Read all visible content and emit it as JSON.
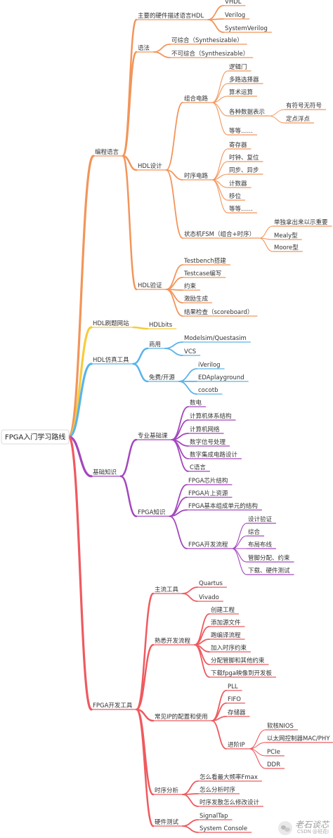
{
  "root": {
    "label": "FPGA入门学习路线"
  },
  "branches": [
    {
      "label": "编程语言",
      "color": "#f2955a",
      "children": [
        {
          "label": "主要的硬件描述语言HDL",
          "children": [
            {
              "label": "VHDL"
            },
            {
              "label": "Verilog"
            },
            {
              "label": "SystemVerilog"
            }
          ]
        },
        {
          "label": "语法",
          "children": [
            {
              "label": "可综合（Synthesizable）"
            },
            {
              "label": "不可综合（Synthesizable）"
            }
          ]
        },
        {
          "label": "HDL设计",
          "children": [
            {
              "label": "组合电路",
              "children": [
                {
                  "label": "逻辑门"
                },
                {
                  "label": "多路选择器"
                },
                {
                  "label": "算术运算"
                },
                {
                  "label": "各种数据表示",
                  "children": [
                    {
                      "label": "有符号无符号"
                    },
                    {
                      "label": "定点浮点"
                    }
                  ]
                },
                {
                  "label": "等等……"
                }
              ]
            },
            {
              "label": "时序电路",
              "children": [
                {
                  "label": "寄存器"
                },
                {
                  "label": "时钟、复位"
                },
                {
                  "label": "同步、异步"
                },
                {
                  "label": "计数器"
                },
                {
                  "label": "移位"
                },
                {
                  "label": "等等……"
                }
              ]
            },
            {
              "label": "状态机FSM（组合+时序）",
              "children": [
                {
                  "label": "单独拿出来以示重要"
                },
                {
                  "label": "Mealy型"
                },
                {
                  "label": "Moore型"
                }
              ]
            }
          ]
        },
        {
          "label": "HDL验证",
          "children": [
            {
              "label": "Testbench搭建"
            },
            {
              "label": "Testcase编写"
            },
            {
              "label": "约束"
            },
            {
              "label": "激励生成"
            },
            {
              "label": "结果检查（scoreboard）"
            }
          ]
        }
      ]
    },
    {
      "label": "HDL刷题网站",
      "color": "#f7cc3b",
      "children": [
        {
          "label": "HDLbits"
        }
      ]
    },
    {
      "label": "HDL仿真工具",
      "color": "#5ab3ea",
      "children": [
        {
          "label": "商用",
          "children": [
            {
              "label": "Modelsim/Questasim"
            },
            {
              "label": "VCS"
            }
          ]
        },
        {
          "label": "免费/开源",
          "children": [
            {
              "label": "iVerilog"
            },
            {
              "label": "EDAplayground"
            },
            {
              "label": "cocotb"
            }
          ]
        }
      ]
    },
    {
      "label": "基础知识",
      "color": "#a347bd",
      "children": [
        {
          "label": "专业基础课",
          "children": [
            {
              "label": "数电"
            },
            {
              "label": "计算机体系结构"
            },
            {
              "label": "计算机网络"
            },
            {
              "label": "数字信号处理"
            },
            {
              "label": "数字集成电路设计"
            },
            {
              "label": "C语言"
            }
          ]
        },
        {
          "label": "FPGA知识",
          "children": [
            {
              "label": "FPGA芯片结构"
            },
            {
              "label": "FPGA片上资源"
            },
            {
              "label": "FPGA基本组成单元的结构"
            },
            {
              "label": "FPGA开发流程",
              "children": [
                {
                  "label": "设计验证"
                },
                {
                  "label": "综合"
                },
                {
                  "label": "布局布线"
                },
                {
                  "label": "管脚分配、约束"
                },
                {
                  "label": "下载、硬件测试"
                }
              ]
            }
          ]
        }
      ]
    },
    {
      "label": "FPGA开发工具",
      "color": "#ee5a5f",
      "children": [
        {
          "label": "主流工具",
          "children": [
            {
              "label": "Quartus"
            },
            {
              "label": "Vivado"
            }
          ]
        },
        {
          "label": "熟悉开发流程",
          "children": [
            {
              "label": "创建工程"
            },
            {
              "label": "添加源文件"
            },
            {
              "label": "跑编译流程"
            },
            {
              "label": "加入时序约束"
            },
            {
              "label": "分配管脚和其他约束"
            },
            {
              "label": "下载fpga映像到开发板"
            }
          ]
        },
        {
          "label": "常见IP的配置和使用",
          "children": [
            {
              "label": "PLL"
            },
            {
              "label": "FIFO"
            },
            {
              "label": "存储器"
            },
            {
              "label": "进阶IP",
              "children": [
                {
                  "label": "软核NIOS"
                },
                {
                  "label": "以太网控制器MAC/PHY"
                },
                {
                  "label": "PCIe"
                },
                {
                  "label": "DDR"
                }
              ]
            }
          ]
        },
        {
          "label": "时序分析",
          "children": [
            {
              "label": "怎么看最大频率Fmax"
            },
            {
              "label": "怎么分析时序"
            },
            {
              "label": "时序发散怎么修改设计"
            }
          ]
        },
        {
          "label": "硬件测试",
          "children": [
            {
              "label": "SignalTap"
            },
            {
              "label": "System Console"
            }
          ]
        }
      ]
    }
  ],
  "watermark": {
    "title": "老石谈芯",
    "sub": "CSDN @班花i"
  }
}
